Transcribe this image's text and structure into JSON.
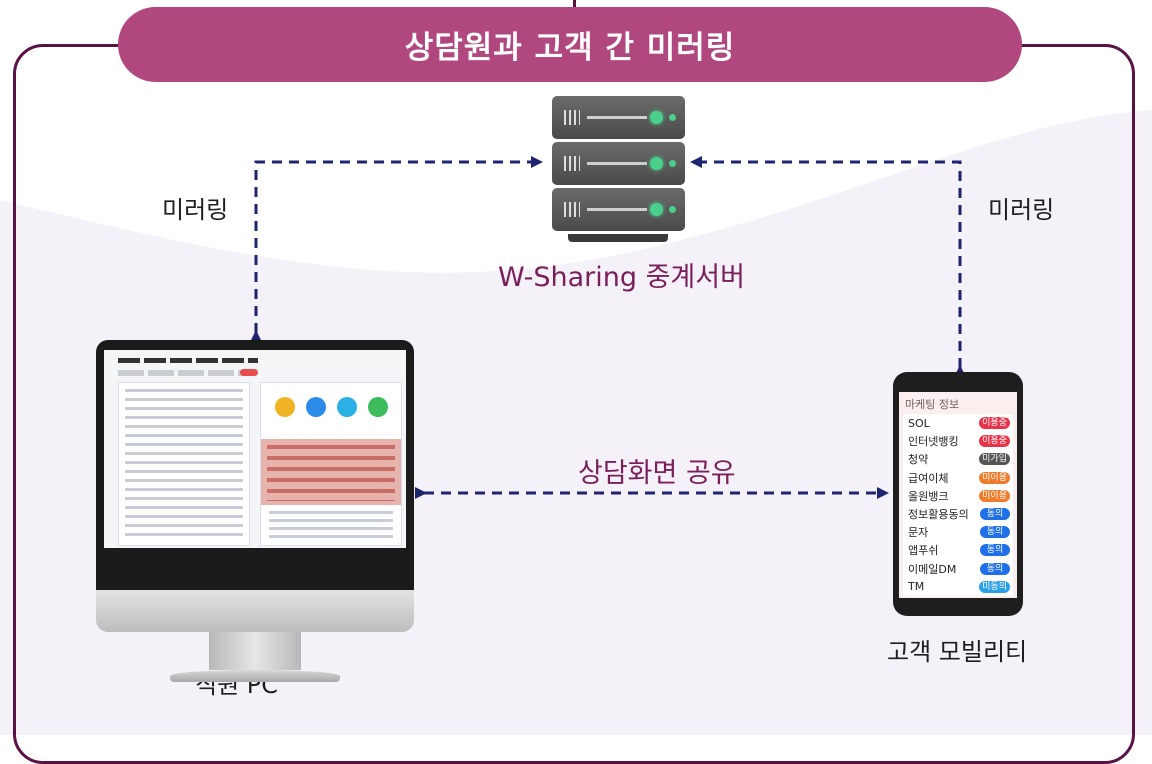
{
  "title": "상담원과 고객 간 미러링",
  "labels": {
    "mirror_left": "미러링",
    "mirror_right": "미러링",
    "server": "W-Sharing 중계서버",
    "share": "상담화면 공유",
    "pc": "직원 PC",
    "mobile": "고객 모빌리티"
  },
  "phone": {
    "title": "마케팅 정보",
    "items": [
      {
        "label": "SOL",
        "status": "이용중",
        "color": "#e8334a"
      },
      {
        "label": "인터넷뱅킹",
        "status": "이용중",
        "color": "#e8334a"
      },
      {
        "label": "청약",
        "status": "미가입",
        "color": "#555555"
      },
      {
        "label": "급여이체",
        "status": "미이용",
        "color": "#f07b2a"
      },
      {
        "label": "올원뱅크",
        "status": "미이용",
        "color": "#f07b2a"
      },
      {
        "label": "정보활용동의",
        "status": "동의",
        "color": "#1e6fe8"
      },
      {
        "label": "문자",
        "status": "동의",
        "color": "#1e6fe8"
      },
      {
        "label": "앱푸쉬",
        "status": "동의",
        "color": "#1e6fe8"
      },
      {
        "label": "이메일DM",
        "status": "동의",
        "color": "#1e6fe8"
      },
      {
        "label": "TM",
        "status": "미동의",
        "color": "#2aa0e8"
      }
    ]
  },
  "colors": {
    "frame": "#5a1146",
    "title_bg": "#b0477f",
    "arrow": "#1f2470",
    "accent_text": "#7a1f5a"
  }
}
